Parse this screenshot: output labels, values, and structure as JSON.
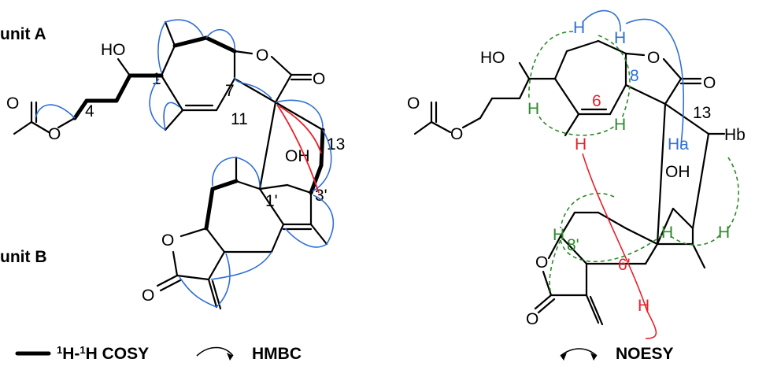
{
  "labels": {
    "unit_a": "unit A",
    "unit_b": "unit B",
    "ho": "HO",
    "oh_left": "OH",
    "oh_right": "OH",
    "c1": "1",
    "c4": "4",
    "c7": "7",
    "c11": "11",
    "c13_left": "13",
    "c1p": "1'",
    "c3p": "3'",
    "o": "O",
    "c8": "8",
    "c6": "6",
    "c13_right": "13",
    "c8p": "8'",
    "c6p": "6'",
    "h": "H",
    "ha": "Ha",
    "hb": "Hb",
    "ho_right": "HO"
  },
  "legend": {
    "cosy_sup": "1",
    "cosy_h1": "H-",
    "cosy_h2": "H COSY",
    "hmbc": "HMBC",
    "noesy": "NOESY"
  },
  "colors": {
    "hmbc": "#2f6fd6",
    "hmbc_key": "#e8212a",
    "noesy": "#2a8a2a",
    "noesy_blue": "#2f6fd6",
    "noesy_red": "#e8212a"
  }
}
